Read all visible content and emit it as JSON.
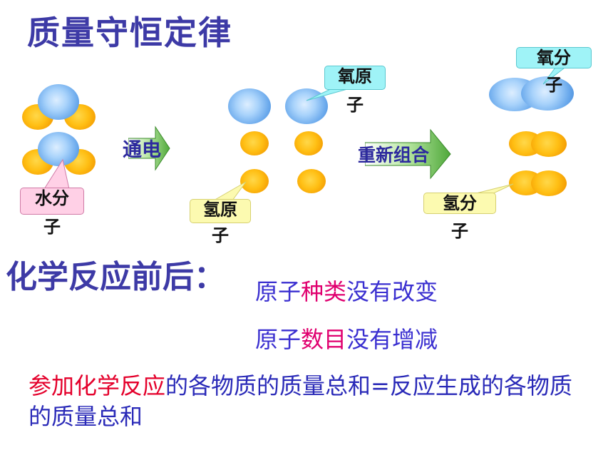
{
  "title": "质量守恒定律",
  "labels": {
    "water_molecule": [
      "水分",
      "子"
    ],
    "oxygen_atom": [
      "氧原",
      "子"
    ],
    "hydrogen_atom": [
      "氢原",
      "子"
    ],
    "oxygen_molecule": [
      "氧分",
      "子"
    ],
    "hydrogen_molecule": [
      "氢分",
      "子"
    ]
  },
  "arrows": {
    "electrolysis": "通电",
    "recombine": "重新组合"
  },
  "subheading": "化学反应前后：",
  "facts": [
    {
      "prefix": "原子",
      "highlight": "种类",
      "suffix": "没有改变"
    },
    {
      "prefix": "原子",
      "highlight": "数目",
      "suffix": "没有增减"
    }
  ],
  "law": {
    "red": "参加化学反应",
    "blue": "的各物质的质量总和=反应生成的各物质的质量总和"
  },
  "colors": {
    "title": "#3d3aa6",
    "highlight_pink": "#e0006f",
    "law_red": "#e4002b",
    "text_blue": "#2a2ab8",
    "callout_pink": "#ffd0e6",
    "callout_cyan": "#9ff3f7",
    "callout_yellow": "#fcfab0",
    "arrow_green": "#7fcf5c"
  }
}
